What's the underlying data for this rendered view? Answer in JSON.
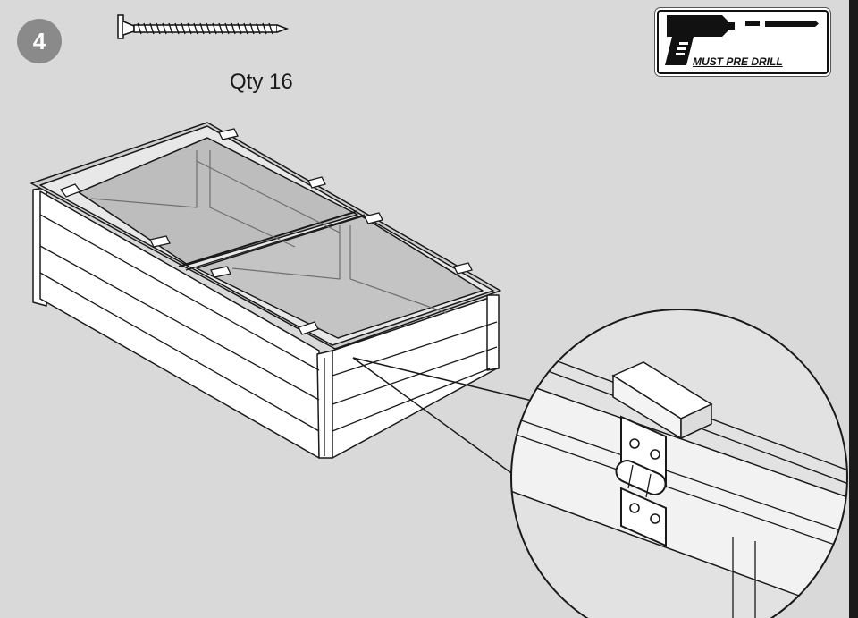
{
  "step": {
    "number": "4"
  },
  "hardware": {
    "quantity_label": "Qty 16",
    "icon": "screw-icon"
  },
  "notice": {
    "label": "MUST PRE DRILL",
    "icon": "drill-icon"
  },
  "colors": {
    "background": "#d9d9d9",
    "badge": "#8a8a8a",
    "line": "#1a1a1a",
    "glass": "#c8c8c8"
  }
}
